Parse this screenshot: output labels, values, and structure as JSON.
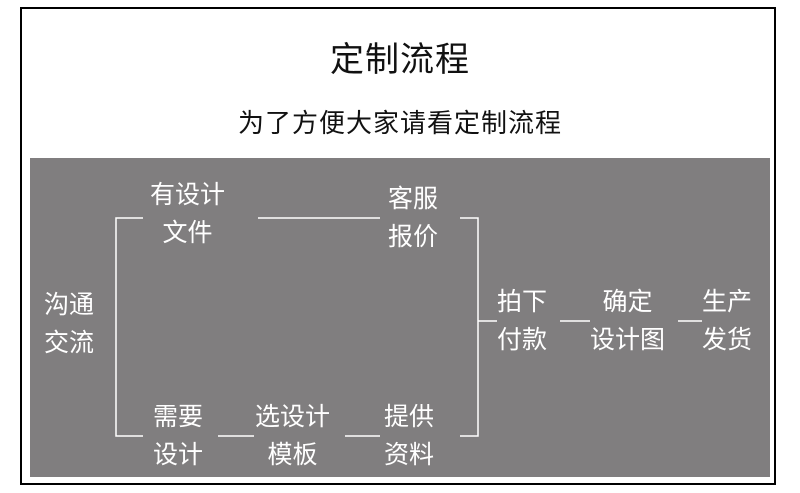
{
  "title": "定制流程",
  "subtitle": "为了方便大家请看定制流程",
  "colors": {
    "panel": "#807e7f",
    "line": "#ffffff",
    "node_text": "#ffffff"
  },
  "nodes": {
    "communicate": [
      "沟通",
      "交流"
    ],
    "has_design_file": [
      "有设计",
      "文件"
    ],
    "service_quote": [
      "客服",
      "报价"
    ],
    "need_design": [
      "需要",
      "设计"
    ],
    "choose_template": [
      "选设计",
      "模板"
    ],
    "provide_materials": [
      "提供",
      "资料"
    ],
    "place_order": [
      "拍下",
      "付款"
    ],
    "confirm_design": [
      "确定",
      "设计图"
    ],
    "production_ship": [
      "生产",
      "发货"
    ]
  }
}
